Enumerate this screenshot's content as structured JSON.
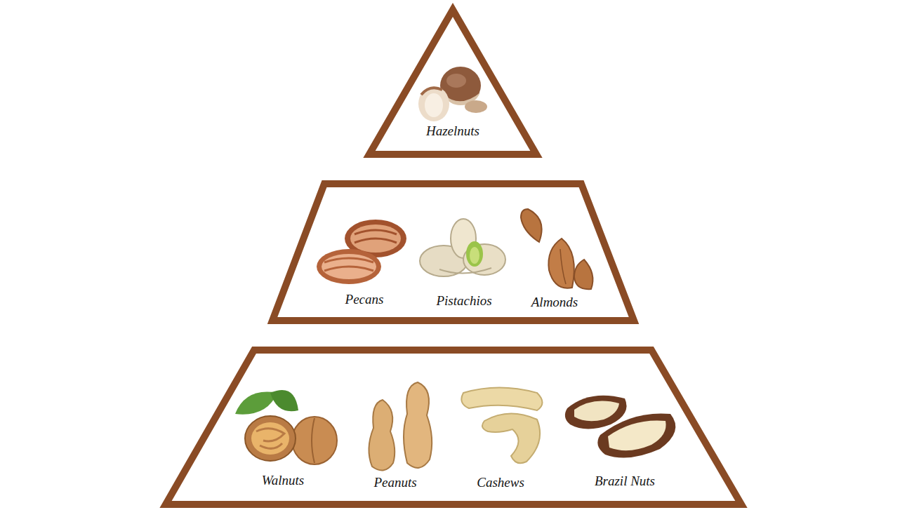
{
  "diagram": {
    "nodes": [
      {
        "text": [
          "Hazelnuts"
        ]
      },
      {
        "text": [
          "Pecans",
          "Pistachios",
          "Almonds"
        ]
      },
      {
        "text": [
          "Walnuts",
          "Peanuts",
          "Cashews",
          "Brazil Nuts"
        ]
      }
    ]
  }
}
